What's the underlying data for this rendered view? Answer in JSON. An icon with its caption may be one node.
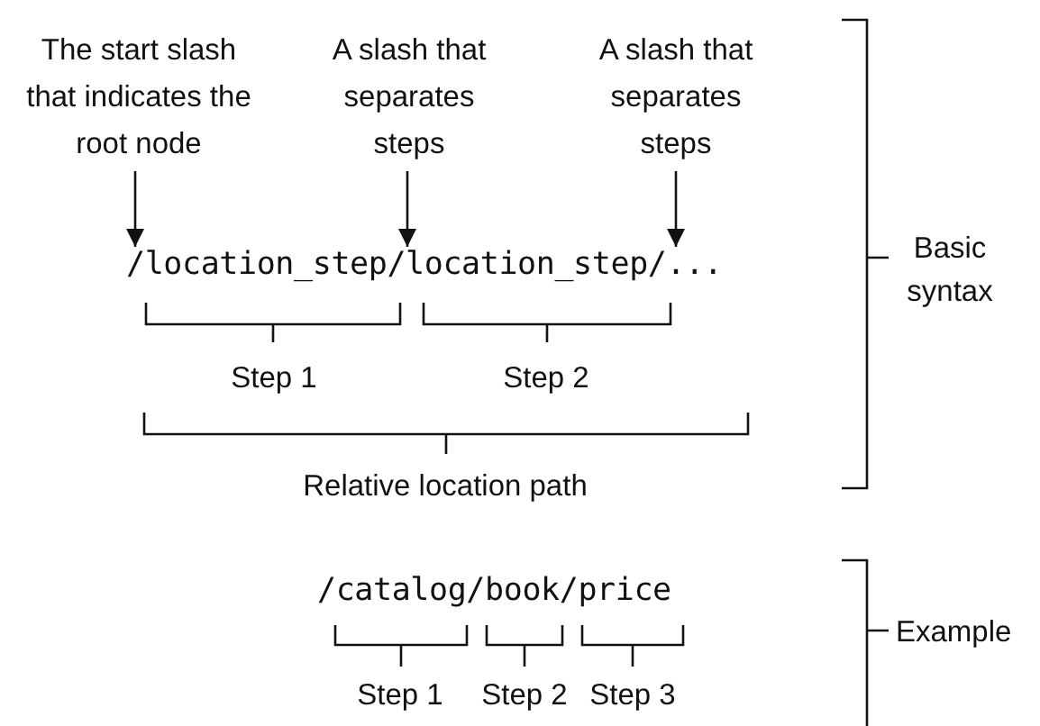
{
  "diagram": {
    "nodes": [
      {
        "text": [
          "The start slash that indicates the root node"
        ]
      },
      {
        "text": [
          "A slash that separates steps"
        ]
      },
      {
        "text": [
          "A slash that separates steps"
        ]
      },
      {
        "text": [
          "/location_step/location_step/..."
        ]
      }
    ],
    "edges": [
      {
        "from": 0,
        "to": 3,
        "arrow": "to"
      },
      {
        "from": 1,
        "to": 3,
        "arrow": "to"
      },
      {
        "from": 2,
        "to": 3,
        "arrow": "to"
      }
    ],
    "labels": [
      "Step 1",
      "Step 2",
      "Relative location path",
      "Basic syntax",
      "/catalog/book/price",
      "Step 1",
      "Step 2",
      "Step 3",
      "Example"
    ]
  }
}
